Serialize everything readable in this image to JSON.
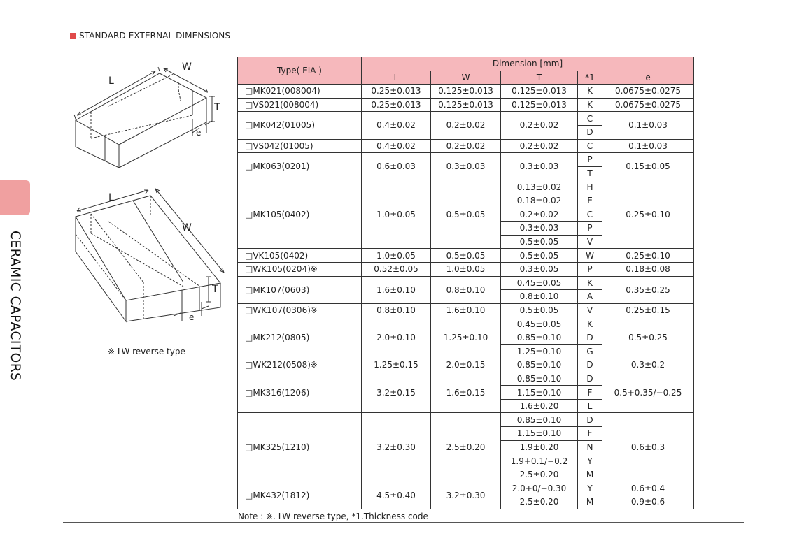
{
  "header": {
    "title": "STANDARD EXTERNAL DIMENSIONS"
  },
  "side_label": "CERAMIC CAPACITORS",
  "figure": {
    "top": {
      "L": "L",
      "W": "W",
      "T": "T",
      "e": "e"
    },
    "bottom": {
      "L": "L",
      "W": "W",
      "T": "T",
      "e": "e"
    },
    "note": "※ LW reverse type"
  },
  "table": {
    "type_header": "Type( EIA )",
    "dimension_header": "Dimension [mm]",
    "cols": [
      "L",
      "W",
      "T",
      "*1",
      "e"
    ],
    "rows": [
      [
        "□MK021(008004)",
        "0.25±0.013",
        "0.125±0.013",
        "0.125±0.013",
        "K",
        "0.0675±0.0275"
      ],
      [
        "□VS021(008004)",
        "0.25±0.013",
        "0.125±0.013",
        "0.125±0.013",
        "K",
        "0.0675±0.0275"
      ],
      [
        "□MK042(01005)",
        "0.4±0.02",
        "0.2±0.02",
        "0.2±0.02",
        "C",
        "0.1±0.03"
      ],
      [
        "",
        "",
        "",
        "",
        "D",
        ""
      ],
      [
        "□VS042(01005)",
        "0.4±0.02",
        "0.2±0.02",
        "0.2±0.02",
        "C",
        "0.1±0.03"
      ],
      [
        "□MK063(0201)",
        "0.6±0.03",
        "0.3±0.03",
        "0.3±0.03",
        "P",
        "0.15±0.05"
      ],
      [
        "",
        "",
        "",
        "",
        "T",
        ""
      ],
      [
        "□MK105(0402)",
        "1.0±0.05",
        "0.5±0.05",
        "0.13±0.02",
        "H",
        "0.25±0.10"
      ],
      [
        "",
        "",
        "",
        "0.18±0.02",
        "E",
        ""
      ],
      [
        "",
        "",
        "",
        "0.2±0.02",
        "C",
        ""
      ],
      [
        "",
        "",
        "",
        "0.3±0.03",
        "P",
        ""
      ],
      [
        "",
        "",
        "",
        "0.5±0.05",
        "V",
        ""
      ],
      [
        "□VK105(0402)",
        "1.0±0.05",
        "0.5±0.05",
        "0.5±0.05",
        "W",
        "0.25±0.10"
      ],
      [
        "□WK105(0204)※",
        "0.52±0.05",
        "1.0±0.05",
        "0.3±0.05",
        "P",
        "0.18±0.08"
      ],
      [
        "□MK107(0603)",
        "1.6±0.10",
        "0.8±0.10",
        "0.45±0.05",
        "K",
        "0.35±0.25"
      ],
      [
        "",
        "",
        "",
        "0.8±0.10",
        "A",
        ""
      ],
      [
        "□WK107(0306)※",
        "0.8±0.10",
        "1.6±0.10",
        "0.5±0.05",
        "V",
        "0.25±0.15"
      ],
      [
        "□MK212(0805)",
        "2.0±0.10",
        "1.25±0.10",
        "0.45±0.05",
        "K",
        "0.5±0.25"
      ],
      [
        "",
        "",
        "",
        "0.85±0.10",
        "D",
        ""
      ],
      [
        "",
        "",
        "",
        "1.25±0.10",
        "G",
        ""
      ],
      [
        "□WK212(0508)※",
        "1.25±0.15",
        "2.0±0.15",
        "0.85±0.10",
        "D",
        "0.3±0.2"
      ],
      [
        "□MK316(1206)",
        "3.2±0.15",
        "1.6±0.15",
        "0.85±0.10",
        "D",
        "0.5+0.35/−0.25"
      ],
      [
        "",
        "",
        "",
        "1.15±0.10",
        "F",
        ""
      ],
      [
        "",
        "",
        "",
        "1.6±0.20",
        "L",
        ""
      ],
      [
        "□MK325(1210)",
        "3.2±0.30",
        "2.5±0.20",
        "0.85±0.10",
        "D",
        "0.6±0.3"
      ],
      [
        "",
        "",
        "",
        "1.15±0.10",
        "F",
        ""
      ],
      [
        "",
        "",
        "",
        "1.9±0.20",
        "N",
        ""
      ],
      [
        "",
        "",
        "",
        "1.9+0.1/−0.2",
        "Y",
        ""
      ],
      [
        "",
        "",
        "",
        "2.5±0.20",
        "M",
        ""
      ],
      [
        "□MK432(1812)",
        "4.5±0.40",
        "3.2±0.30",
        "2.0+0/−0.30",
        "Y",
        "0.6±0.4"
      ],
      [
        "",
        "",
        "",
        "2.5±0.20",
        "M",
        "0.9±0.6"
      ]
    ]
  },
  "note": "Note : ※. LW reverse type, *1.Thickness code"
}
